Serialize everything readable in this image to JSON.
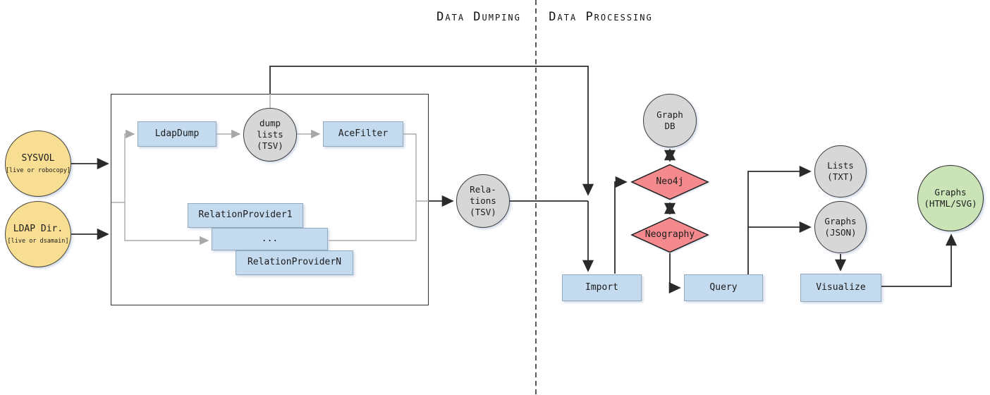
{
  "header": {
    "dumping": "Data Dumping",
    "processing": "Data Processing"
  },
  "nodes": {
    "sysvol": {
      "label": "SYSVOL",
      "sublabel": "[live or robocopy]"
    },
    "ldap": {
      "label": "LDAP Dir.",
      "sublabel": "[live or dsamain]"
    },
    "ldapdump": {
      "label": "LdapDump"
    },
    "dumplists": {
      "label": "dump\nlists\n(TSV)"
    },
    "acefilter": {
      "label": "AceFilter"
    },
    "rp1": {
      "label": "RelationProvider1"
    },
    "rpdots": {
      "label": "..."
    },
    "rpn": {
      "label": "RelationProviderN"
    },
    "relations": {
      "label": "Rela-\ntions\n(TSV)"
    },
    "graphdb": {
      "label": "Graph\nDB"
    },
    "neo4j": {
      "label": "Neo4j"
    },
    "neography": {
      "label": "Neography"
    },
    "import": {
      "label": "Import"
    },
    "query": {
      "label": "Query"
    },
    "lists_txt": {
      "label": "Lists\n(TXT)"
    },
    "graphs_json": {
      "label": "Graphs\n(JSON)"
    },
    "visualize": {
      "label": "Visualize"
    },
    "graphs_html": {
      "label": "Graphs\n(HTML/SVG)"
    }
  },
  "colors": {
    "box-fill": "#C3DAEF",
    "box-border": "#92A9BE",
    "circle-fill": "#D7D7D7",
    "circle-border": "#3D3D3D",
    "input-fill": "#F8DE92",
    "input-border": "#4A463C",
    "diamond-fill": "#F48A8E",
    "diamond-border": "#1E1E1E",
    "output-fill": "#CAE4B8",
    "output-border": "#2E2E2E",
    "edge-dark": "#2E2E2E",
    "edge-gray": "#ABABAB"
  }
}
